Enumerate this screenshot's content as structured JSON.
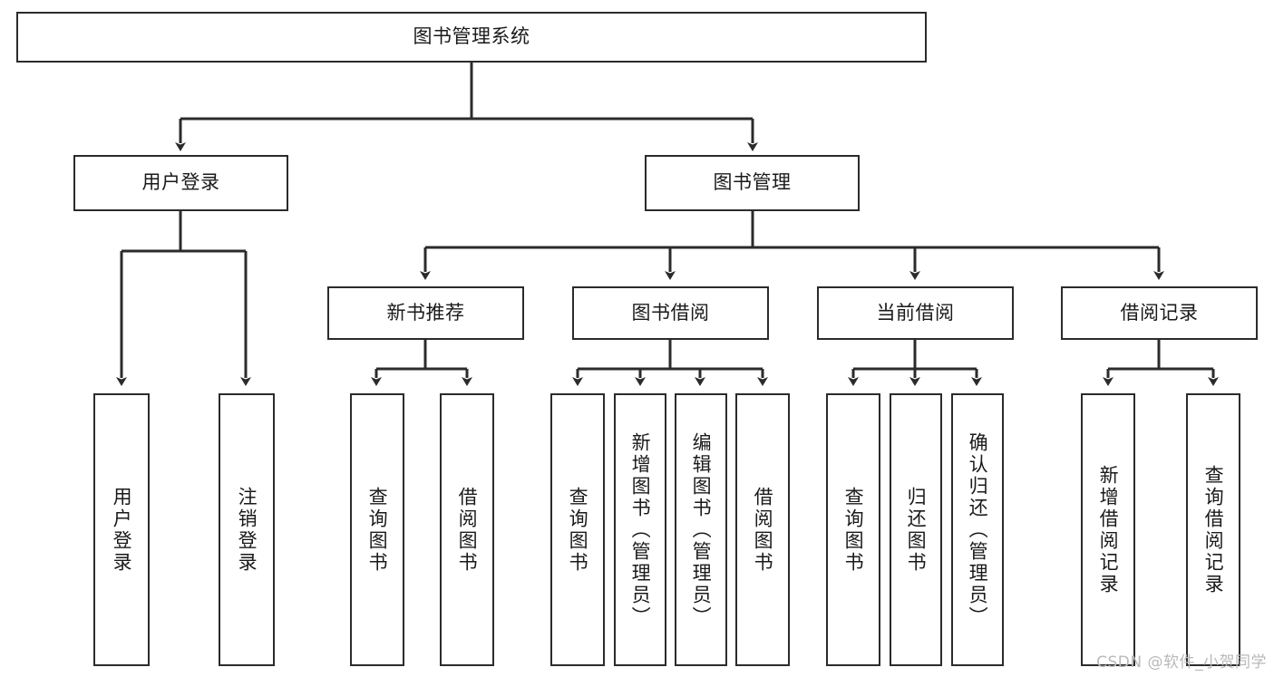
{
  "diagram": {
    "type": "tree",
    "title": "图书管理系统",
    "watermark": "CSDN @软件_小贺同学",
    "colors": {
      "stroke": "#2b2b2b",
      "fill": "#ffffff",
      "text": "#1a1a1a",
      "watermark": "#b9b9b9"
    },
    "nodes": {
      "root": {
        "label": "图书管理系统"
      },
      "level2": [
        {
          "label": "用户登录"
        },
        {
          "label": "图书管理"
        }
      ],
      "level3": [
        {
          "label": "新书推荐"
        },
        {
          "label": "图书借阅"
        },
        {
          "label": "当前借阅"
        },
        {
          "label": "借阅记录"
        }
      ],
      "leaves": {
        "user_login": [
          {
            "label": "用户登录"
          },
          {
            "label": "注销登录"
          }
        ],
        "new_book_recommend": [
          {
            "label": "查询图书"
          },
          {
            "label": "借阅图书"
          }
        ],
        "book_borrow": [
          {
            "label": "查询图书"
          },
          {
            "label": "新增图书（管理员）"
          },
          {
            "label": "编辑图书（管理员）"
          },
          {
            "label": "借阅图书"
          }
        ],
        "current_borrow": [
          {
            "label": "查询图书"
          },
          {
            "label": "归还图书"
          },
          {
            "label": "确认归还（管理员）"
          }
        ],
        "borrow_record": [
          {
            "label": "新增借阅记录"
          },
          {
            "label": "查询借阅记录"
          }
        ]
      }
    }
  }
}
